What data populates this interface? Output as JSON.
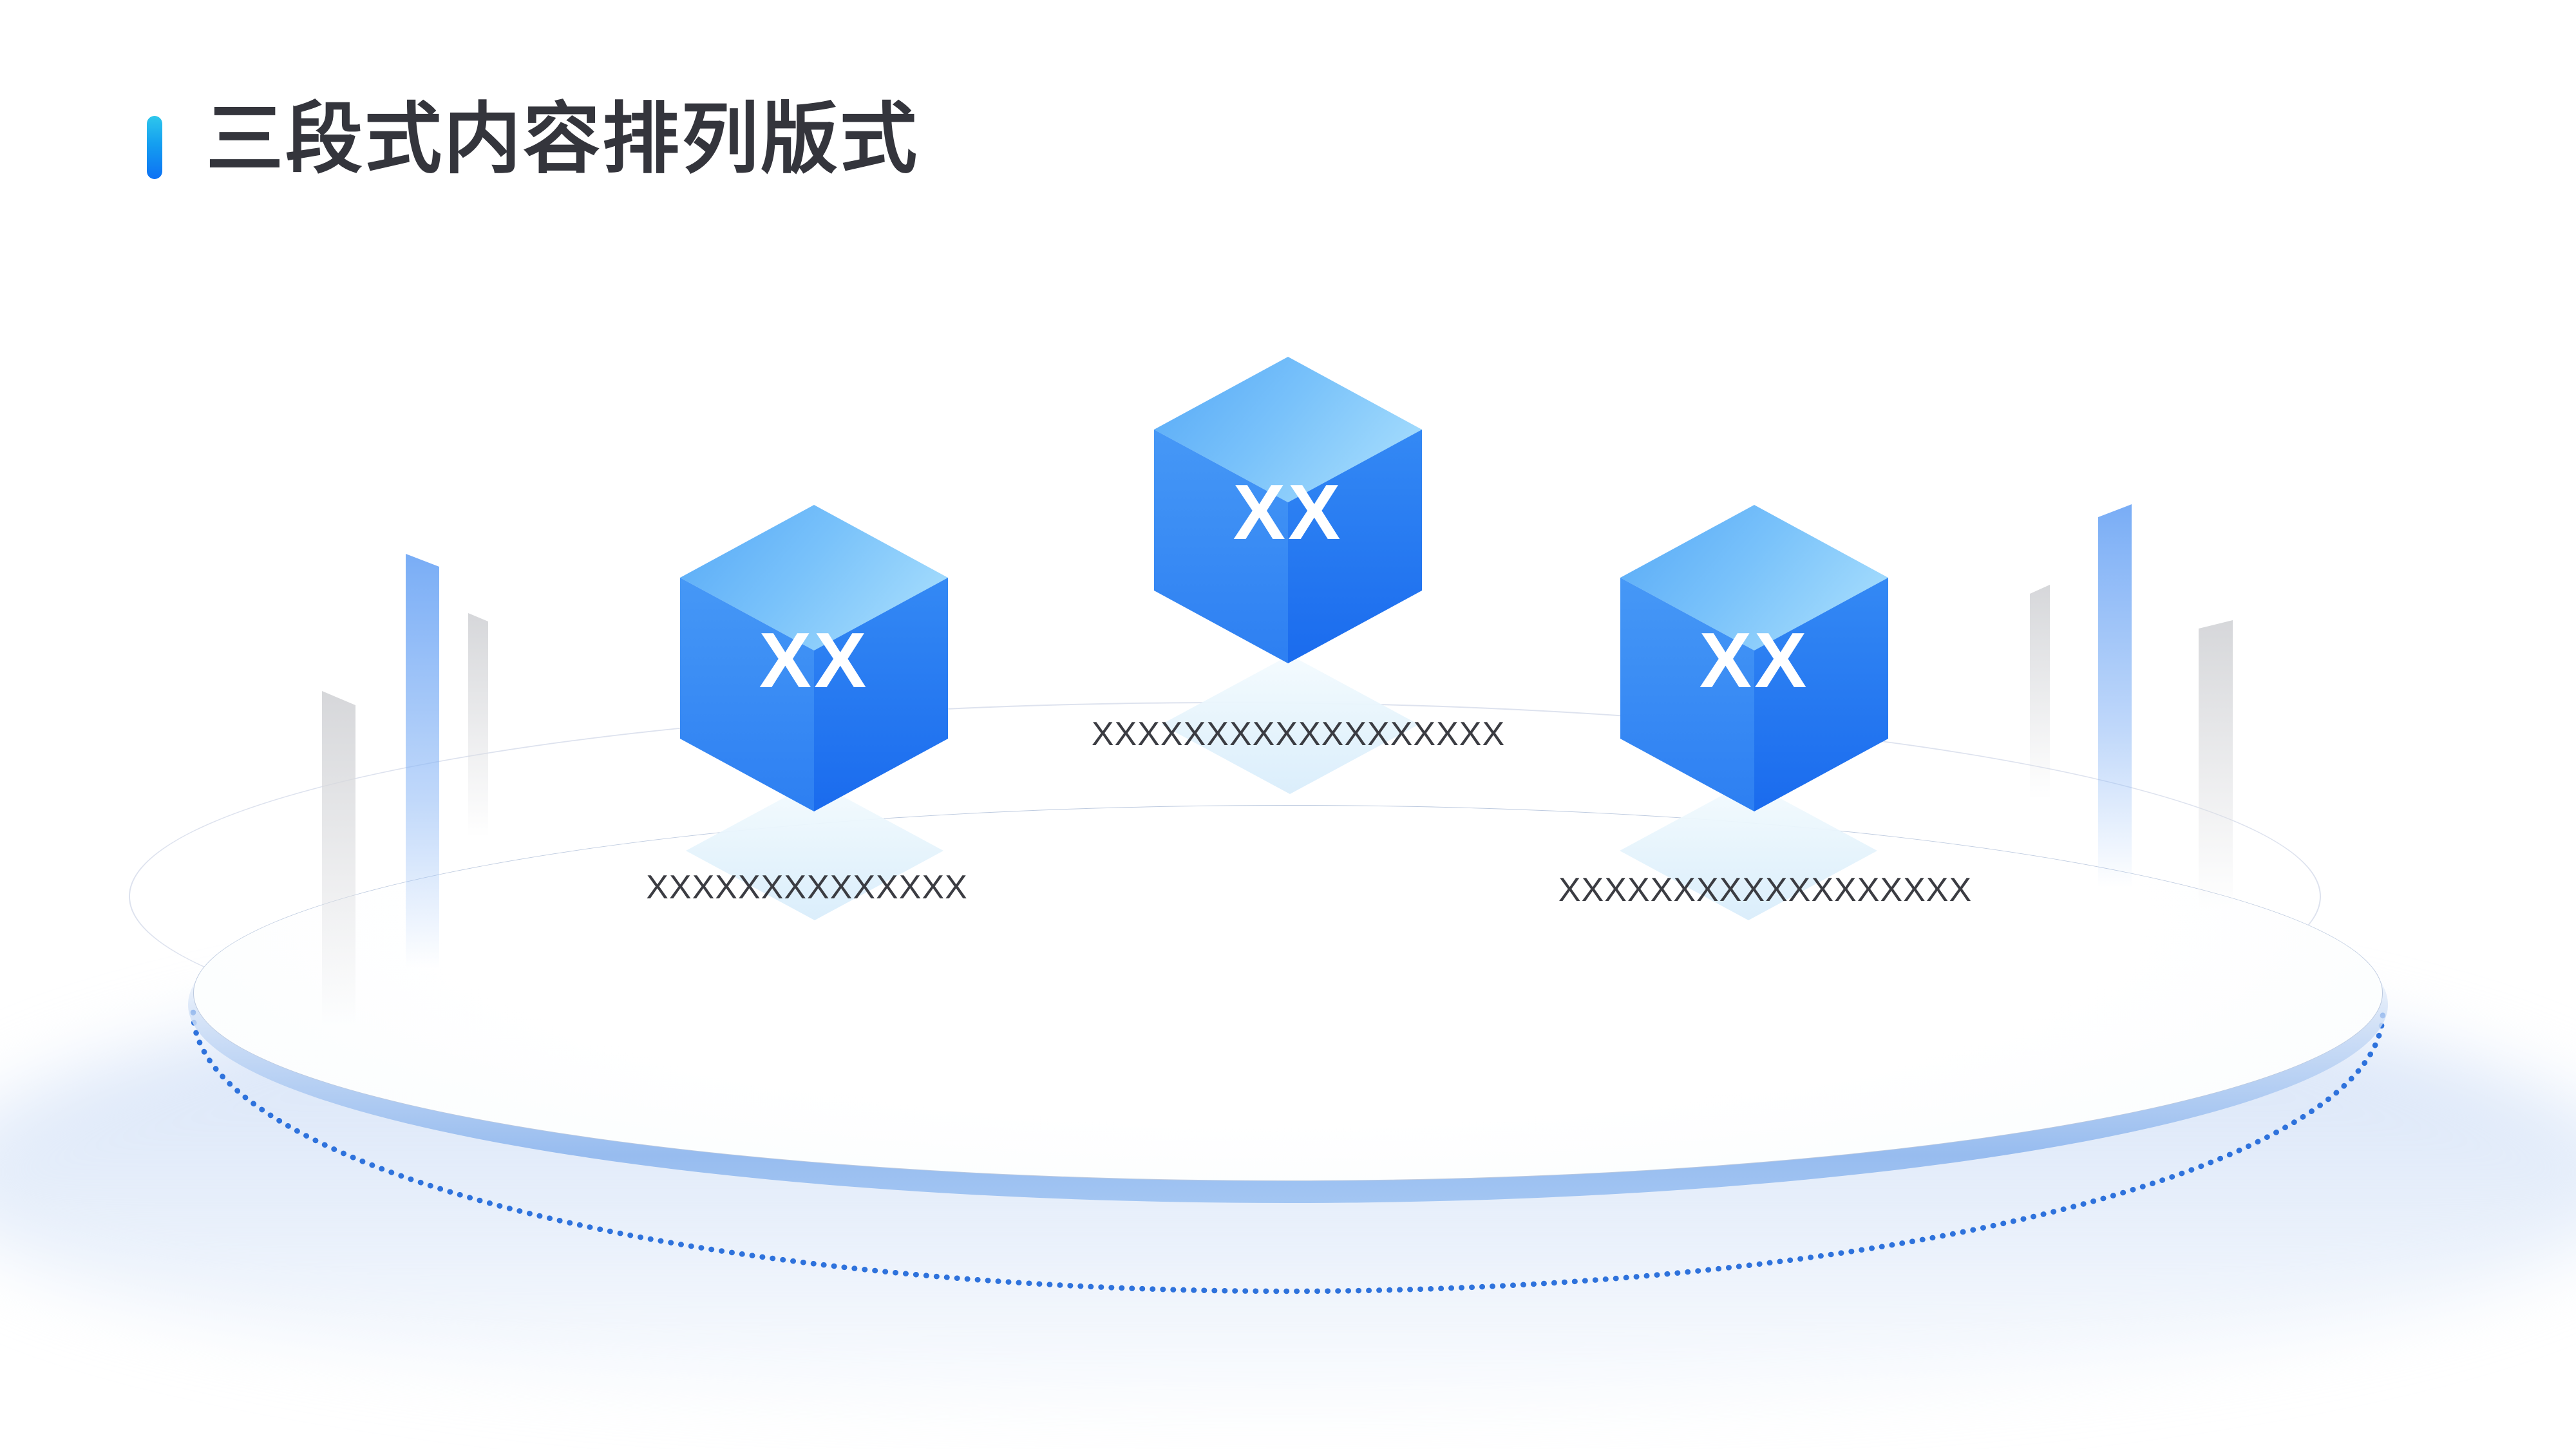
{
  "slide": {
    "title": "三段式内容排列版式",
    "sections": [
      {
        "id": "left",
        "cube_label": "XX",
        "caption": "XXXXXXXXXXXXXX"
      },
      {
        "id": "center",
        "cube_label": "XX",
        "caption": "XXXXXXXXXXXXXXXXXX"
      },
      {
        "id": "right",
        "cube_label": "XX",
        "caption": "XXXXXXXXXXXXXXXXXX"
      }
    ],
    "colors": {
      "accent_gradient_top": "#2ec7ec",
      "accent_gradient_bottom": "#0d71f4",
      "title_text": "#34353c",
      "caption_text": "#3b3c42",
      "cube_top_light": "#9cd7fc",
      "cube_top_dark": "#58abf7",
      "cube_left_face_top": "#479af6",
      "cube_left_face_bottom": "#2e80f2",
      "cube_right_face_top": "#3489f4",
      "cube_right_face_bottom": "#1a6bee",
      "cube_label_text": "#ffffff",
      "platform_rim": "#97bcef",
      "platform_surface": "#ffffff",
      "dotted_line": "#2e72dc",
      "pillar_blue": "#79adf6",
      "pillar_gray": "#d6d7da",
      "reflection_diamond": "#d9edfb"
    }
  }
}
